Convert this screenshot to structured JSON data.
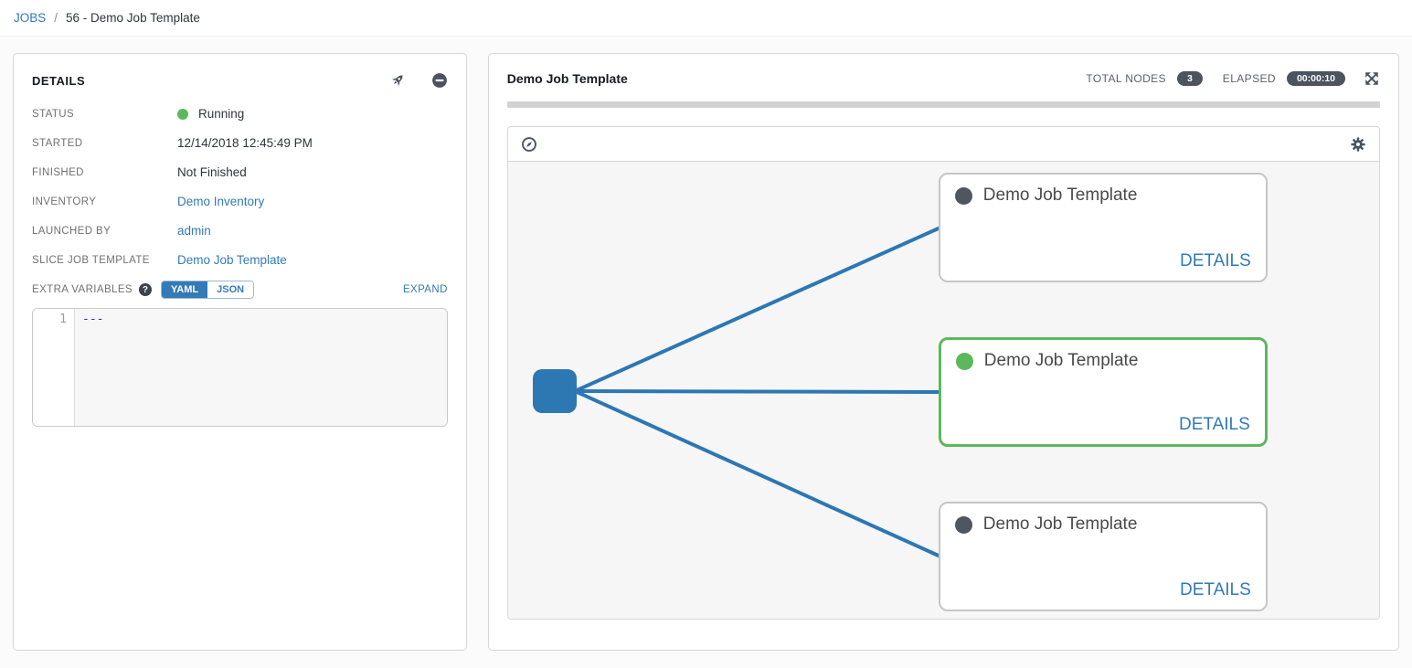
{
  "colors": {
    "link_blue": "#337ab7",
    "node_blue": "#2d77b3",
    "success_green": "#5cb85c",
    "pending_gray": "#4f5660",
    "badge_bg": "#4c5460",
    "icon_gray": "#4a5360"
  },
  "breadcrumb": {
    "jobs_label": "JOBS",
    "separator": "/",
    "current": "56 - Demo Job Template"
  },
  "details": {
    "title": "DETAILS",
    "status": {
      "label": "STATUS",
      "value": "Running"
    },
    "started": {
      "label": "STARTED",
      "value": "12/14/2018 12:45:49 PM"
    },
    "finished": {
      "label": "FINISHED",
      "value": "Not Finished"
    },
    "inventory": {
      "label": "INVENTORY",
      "value": "Demo Inventory"
    },
    "launched_by": {
      "label": "LAUNCHED BY",
      "value": "admin"
    },
    "slice_job_template": {
      "label": "SLICE JOB TEMPLATE",
      "value": "Demo Job Template"
    },
    "extra_variables": {
      "label": "EXTRA VARIABLES",
      "help_glyph": "?",
      "yaml_label": "YAML",
      "json_label": "JSON",
      "selected": "YAML",
      "expand_label": "EXPAND",
      "editor_line_number": "1",
      "editor_content": "---"
    }
  },
  "workflow": {
    "title": "Demo Job Template",
    "total_nodes_label": "TOTAL NODES",
    "total_nodes_count": "3",
    "elapsed_label": "ELAPSED",
    "elapsed_value": "00:00:10",
    "details_link_label": "DETAILS",
    "nodes": [
      {
        "name": "Demo Job Template",
        "status": "pending"
      },
      {
        "name": "Demo Job Template",
        "status": "successful"
      },
      {
        "name": "Demo Job Template",
        "status": "pending"
      }
    ]
  }
}
